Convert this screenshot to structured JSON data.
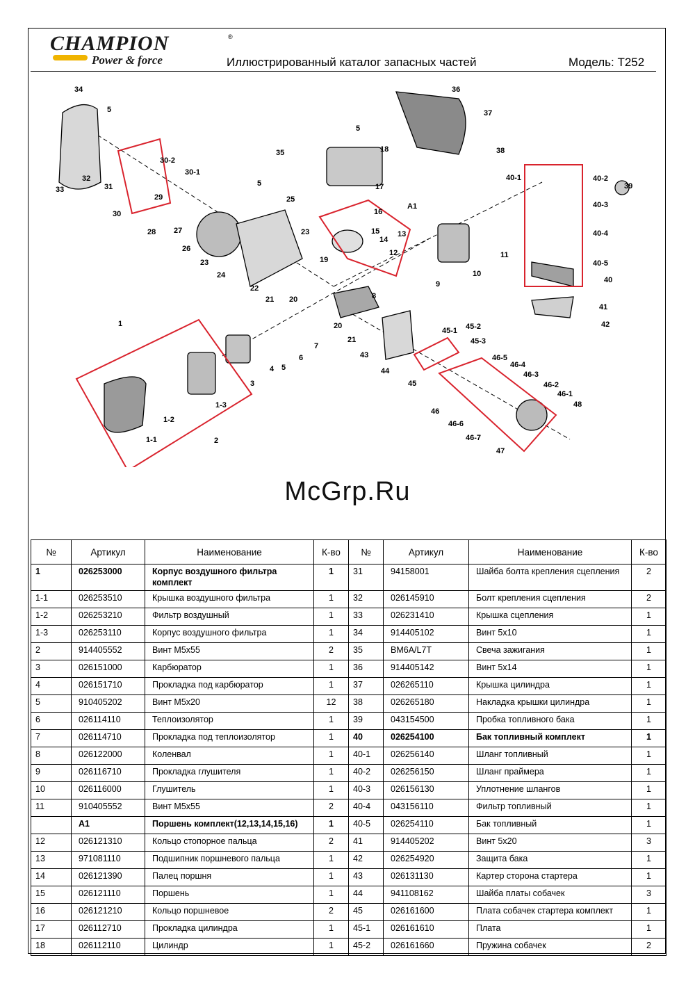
{
  "header": {
    "brand": "CHAMPION",
    "brand_tagline": "Power & force",
    "brand_mark": "®",
    "title": "Иллюстрированный каталог запасных частей",
    "model": "Модель: T252"
  },
  "watermark": "McGrp.Ru",
  "diagram": {
    "callouts": [
      "34",
      "5",
      "32",
      "31",
      "33",
      "30-2",
      "30-1",
      "30",
      "29",
      "28",
      "27",
      "26",
      "5",
      "35",
      "25",
      "5",
      "18",
      "17",
      "16",
      "A1",
      "15",
      "14",
      "13",
      "12",
      "23",
      "23",
      "24",
      "22",
      "21",
      "20",
      "19",
      "9",
      "36",
      "37",
      "38",
      "40-1",
      "40-2",
      "40-3",
      "40-4",
      "40-5",
      "40",
      "39",
      "11",
      "10",
      "8",
      "41",
      "42",
      "20",
      "21",
      "43",
      "44",
      "45-1",
      "45-2",
      "45-3",
      "45",
      "46-5",
      "46-4",
      "46-3",
      "46-2",
      "46-1",
      "48",
      "46",
      "46-6",
      "46-7",
      "47",
      "1",
      "1-2",
      "1-1",
      "1-3",
      "2",
      "3",
      "4",
      "5",
      "6",
      "7"
    ],
    "highlight_color": "#d9232d"
  },
  "table": {
    "headers": [
      "№",
      "Артикул",
      "Наименование",
      "К-во",
      "№",
      "Артикул",
      "Наименование",
      "К-во"
    ],
    "rows": [
      {
        "left": [
          "1",
          "026253000",
          "Корпус воздушного фильтра комплект",
          "1"
        ],
        "right": [
          "31",
          "94158001",
          "Шайба болта крепления сцепления",
          "2"
        ],
        "bold_left": true,
        "tall": true
      },
      {
        "left": [
          "1-1",
          "026253510",
          "Крышка воздушного фильтра",
          "1"
        ],
        "right": [
          "32",
          "026145910",
          "Болт крепления сцепления",
          "2"
        ]
      },
      {
        "left": [
          "1-2",
          "026253210",
          "Фильтр воздушный",
          "1"
        ],
        "right": [
          "33",
          "026231410",
          "Крышка сцепления",
          "1"
        ]
      },
      {
        "left": [
          "1-3",
          "026253110",
          "Корпус воздушного фильтра",
          "1"
        ],
        "right": [
          "34",
          "914405102",
          "Винт 5х10",
          "1"
        ]
      },
      {
        "left": [
          "2",
          "914405552",
          "Винт М5х55",
          "2"
        ],
        "right": [
          "35",
          "BM6A/L7T",
          "Свеча зажигания",
          "1"
        ]
      },
      {
        "left": [
          "3",
          "026151000",
          "Карбюратор",
          "1"
        ],
        "right": [
          "36",
          "914405142",
          "Винт 5х14",
          "1"
        ]
      },
      {
        "left": [
          "4",
          "026151710",
          "Прокладка под карбюратор",
          "1"
        ],
        "right": [
          "37",
          "026265110",
          "Крышка цилиндра",
          "1"
        ]
      },
      {
        "left": [
          "5",
          "910405202",
          "Винт М5х20",
          "12"
        ],
        "right": [
          "38",
          "026265180",
          "Накладка крышки цилиндра",
          "1"
        ]
      },
      {
        "left": [
          "6",
          "026114110",
          "Теплоизолятор",
          "1"
        ],
        "right": [
          "39",
          "043154500",
          "Пробка топливного бака",
          "1"
        ]
      },
      {
        "left": [
          "7",
          "026114710",
          "Прокладка под теплоизолятор",
          "1"
        ],
        "right": [
          "40",
          "026254100",
          "Бак топливный комплект",
          "1"
        ],
        "bold_right": true
      },
      {
        "left": [
          "8",
          "026122000",
          "Коленвал",
          "1"
        ],
        "right": [
          "40-1",
          "026256140",
          "Шланг топливный",
          "1"
        ]
      },
      {
        "left": [
          "9",
          "026116710",
          "Прокладка глушителя",
          "1"
        ],
        "right": [
          "40-2",
          "026256150",
          "Шланг праймера",
          "1"
        ]
      },
      {
        "left": [
          "10",
          "026116000",
          "Глушитель",
          "1"
        ],
        "right": [
          "40-3",
          "026156130",
          "Уплотнение шлангов",
          "1"
        ]
      },
      {
        "left": [
          "11",
          "910405552",
          "Винт  М5х55",
          "2"
        ],
        "right": [
          "40-4",
          "043156110",
          "Фильтр топливный",
          "1"
        ]
      },
      {
        "left": [
          "",
          "A1",
          "Поршень комплект(12,13,14,15,16)",
          "1"
        ],
        "right": [
          "40-5",
          "026254110",
          "Бак топливный",
          "1"
        ],
        "bold_left": true
      },
      {
        "left": [
          "12",
          "026121310",
          "Кольцо стопорное пальца",
          "2"
        ],
        "right": [
          "41",
          "914405202",
          "Винт 5х20",
          "3"
        ]
      },
      {
        "left": [
          "13",
          "971081110",
          "Подшипник поршневого пальца",
          "1"
        ],
        "right": [
          "42",
          "026254920",
          "Защита бака",
          "1"
        ]
      },
      {
        "left": [
          "14",
          "026121390",
          "Палец поршня",
          "1"
        ],
        "right": [
          "43",
          "026131130",
          "Картер сторона стартера",
          "1"
        ]
      },
      {
        "left": [
          "15",
          "026121110",
          "Поршень",
          "1"
        ],
        "right": [
          "44",
          "941108162",
          "Шайба платы собачек",
          "3"
        ]
      },
      {
        "left": [
          "16",
          "026121210",
          "Кольцо поршневое",
          "2"
        ],
        "right": [
          "45",
          "026161600",
          "Плата собачек стартера комплект",
          "1"
        ]
      },
      {
        "left": [
          "17",
          "026112710",
          "Прокладка цилиндра",
          "1"
        ],
        "right": [
          "45-1",
          "026161610",
          "Плата",
          "1"
        ]
      },
      {
        "left": [
          "18",
          "026112110",
          "Цилиндр",
          "1"
        ],
        "right": [
          "45-2",
          "026161660",
          "Пружина собачек",
          "2"
        ]
      }
    ]
  }
}
